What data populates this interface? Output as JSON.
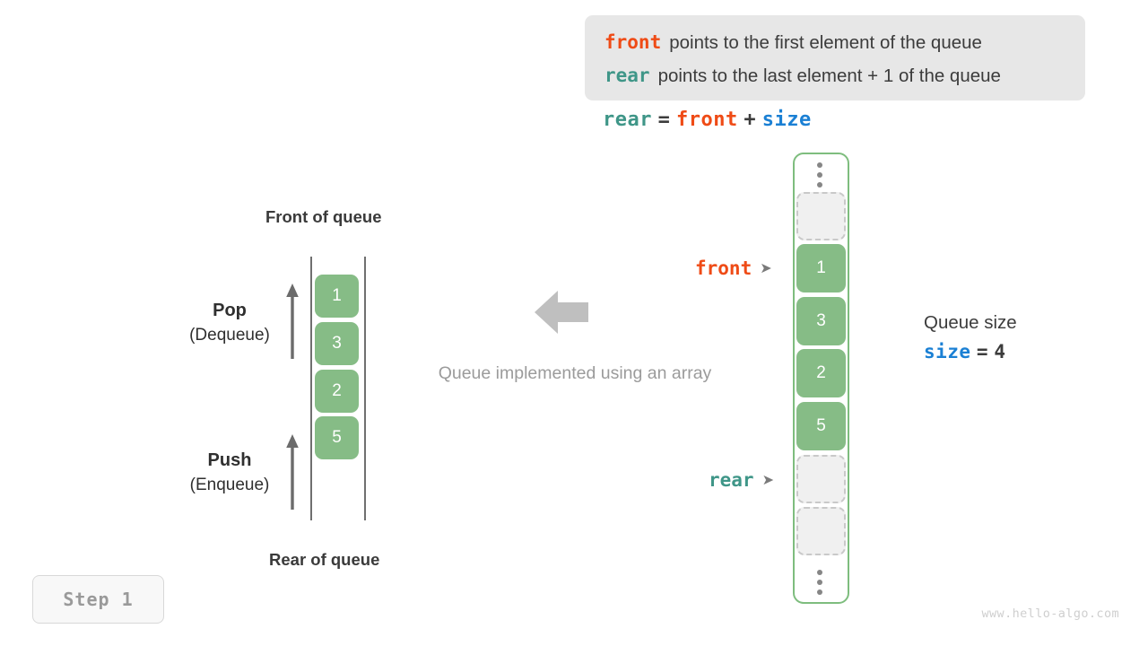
{
  "legend": {
    "lines": [
      {
        "keyword": "front",
        "keyword_color": "#ef4b16",
        "description": "points to the first element of the queue"
      },
      {
        "keyword": "rear",
        "keyword_color": "#3f9688",
        "description": "points to the last element + 1 of the queue"
      }
    ],
    "background": "#e7e7e7"
  },
  "formula": {
    "lhs": "rear",
    "equals": "=",
    "term1": "front",
    "plus": "+",
    "term2": "size"
  },
  "abstract_queue": {
    "top_label": "Front of queue",
    "bottom_label": "Rear of queue",
    "cells": [
      "1",
      "3",
      "2",
      "5"
    ],
    "cell_color": "#86bc86",
    "operations": [
      {
        "name": "Pop",
        "sub": "(Dequeue)",
        "arrow": "up-arrow-icon"
      },
      {
        "name": "Push",
        "sub": "(Enqueue)",
        "arrow": "up-arrow-icon"
      }
    ]
  },
  "center": {
    "arrow": "left-arrow-icon",
    "arrow_color": "#bfbfbf",
    "caption": "Queue implemented using an array"
  },
  "array_view": {
    "border_color": "#7ebd7e",
    "ellipsis_top": "vertical-ellipsis-icon",
    "ellipsis_bottom": "vertical-ellipsis-icon",
    "cells": [
      {
        "value": "",
        "state": "empty"
      },
      {
        "value": "1",
        "state": "filled"
      },
      {
        "value": "3",
        "state": "filled"
      },
      {
        "value": "2",
        "state": "filled"
      },
      {
        "value": "5",
        "state": "filled"
      },
      {
        "value": "",
        "state": "empty"
      },
      {
        "value": "",
        "state": "empty"
      }
    ],
    "pointers": [
      {
        "label": "front",
        "color": "#ef4b16",
        "caret": "➤"
      },
      {
        "label": "rear",
        "color": "#3f9688",
        "caret": "➤"
      }
    ]
  },
  "size_note": {
    "title": "Queue size",
    "variable": "size",
    "equals": "=",
    "value": "4"
  },
  "step_badge": {
    "label": "Step 1"
  },
  "watermark": {
    "text": "www.hello-algo.com"
  }
}
